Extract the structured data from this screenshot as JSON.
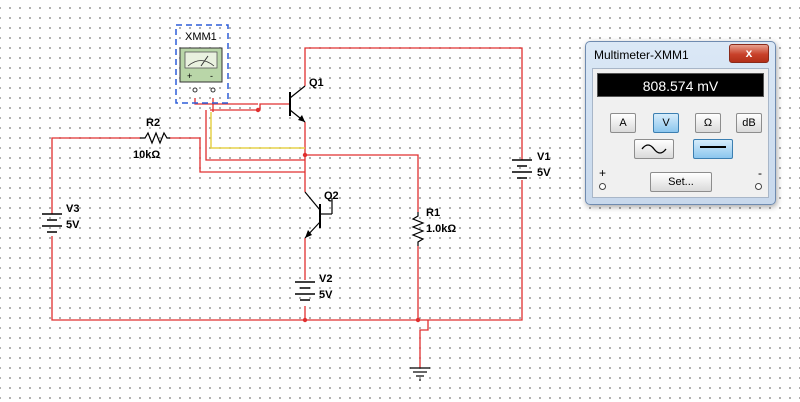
{
  "schematic": {
    "instrument_label": "XMM1",
    "q1": "Q1",
    "q2": "Q2",
    "r1": {
      "name": "R1",
      "value": "1.0kΩ"
    },
    "r2": {
      "name": "R2",
      "value": "10kΩ"
    },
    "v1": {
      "name": "V1",
      "value": "5V"
    },
    "v2": {
      "name": "V2",
      "value": "5V"
    },
    "v3": {
      "name": "V3",
      "value": "5V"
    },
    "plus_symbol": "+",
    "minus_symbol": "-",
    "colors": {
      "wire": "#e03030",
      "wire_yellow": "#e6d24a",
      "selection": "#2f5fd8"
    }
  },
  "multimeter": {
    "title": "Multimeter-XMM1",
    "close_label": "x",
    "reading": "808.574 mV",
    "buttons": {
      "a": "A",
      "v": "V",
      "ohm": "Ω",
      "db": "dB"
    },
    "active_mode": "V",
    "ac_icon": "sine-wave-icon",
    "dc_icon": "dc-line-icon",
    "set_label": "Set...",
    "plus_label": "+",
    "minus_label": "-"
  }
}
